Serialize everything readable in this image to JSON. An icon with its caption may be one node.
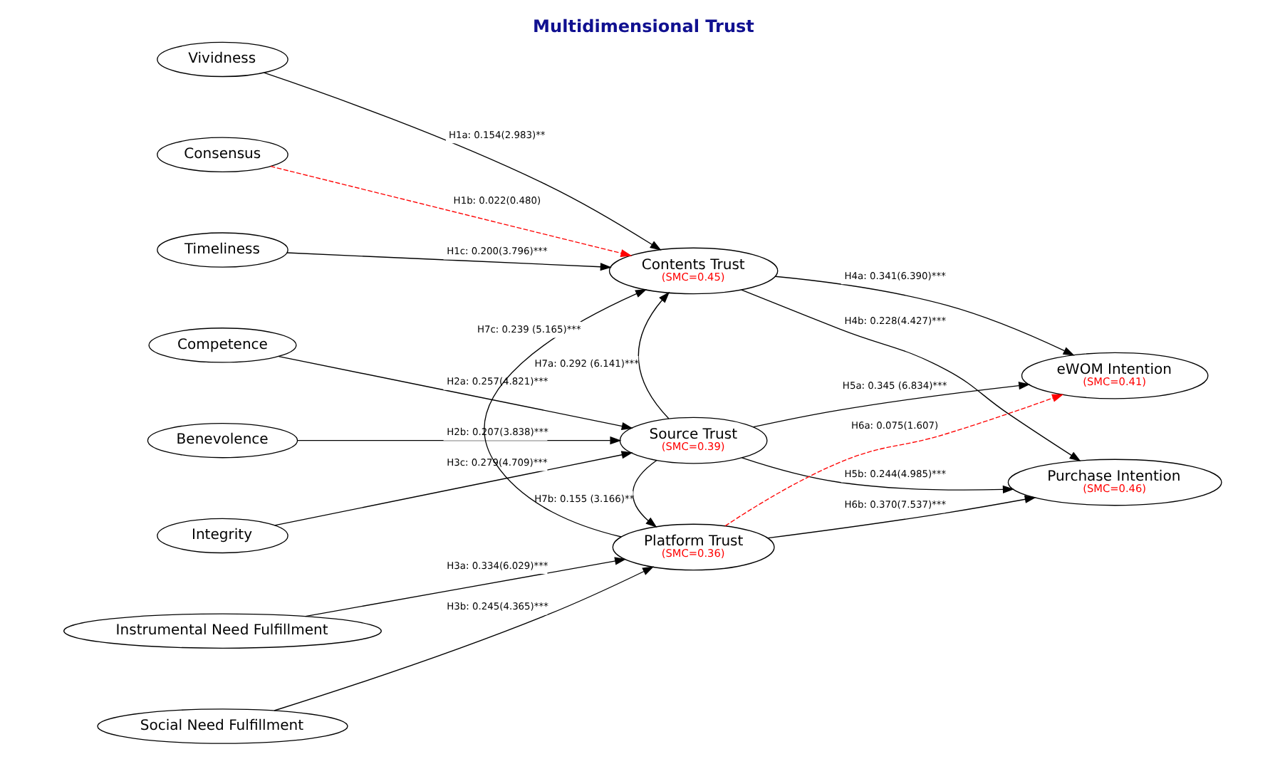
{
  "diagram": {
    "title": "Multidimensional Trust",
    "nodes": [
      {
        "text": [
          "Vividness"
        ]
      },
      {
        "text": [
          "Consensus"
        ]
      },
      {
        "text": [
          "Timeliness"
        ]
      },
      {
        "text": [
          "Competence"
        ]
      },
      {
        "text": [
          "Benevolence"
        ]
      },
      {
        "text": [
          "Integrity"
        ]
      },
      {
        "text": [
          "Instrumental Need Fulfillment"
        ]
      },
      {
        "text": [
          "Social Need Fulfillment"
        ]
      },
      {
        "text": [
          "Contents Trust",
          "(SMC=0.45)"
        ]
      },
      {
        "text": [
          "Source Trust",
          "(SMC=0.39)"
        ]
      },
      {
        "text": [
          "Platform Trust",
          "(SMC=0.36)"
        ]
      },
      {
        "text": [
          "eWOM Intention",
          "(SMC=0.41)"
        ]
      },
      {
        "text": [
          "Purchase Intention",
          "(SMC=0.46)"
        ]
      }
    ],
    "edges": [
      {
        "from": 0,
        "to": 8,
        "arrow": "to",
        "label": "H1a: 0.154(2.983)**"
      },
      {
        "from": 1,
        "to": 8,
        "arrow": "to",
        "label": "H1b: 0.022(0.480)",
        "style": "dashed",
        "color": "#ff0000"
      },
      {
        "from": 2,
        "to": 8,
        "arrow": "to",
        "label": "H1c: 0.200(3.796)***"
      },
      {
        "from": 3,
        "to": 9,
        "arrow": "to",
        "label": "H2a: 0.257(4.821)***"
      },
      {
        "from": 4,
        "to": 9,
        "arrow": "to",
        "label": "H2b: 0.207(3.838)***"
      },
      {
        "from": 5,
        "to": 9,
        "arrow": "to",
        "label": "H3c: 0.279(4.709)***"
      },
      {
        "from": 6,
        "to": 10,
        "arrow": "to",
        "label": "H3a: 0.334(6.029)***"
      },
      {
        "from": 7,
        "to": 10,
        "arrow": "to",
        "label": "H3b: 0.245(4.365)***"
      },
      {
        "from": 9,
        "to": 8,
        "arrow": "to",
        "label": "H7a: 0.292 (6.141)***"
      },
      {
        "from": 10,
        "to": 8,
        "arrow": "to",
        "label": "H7c: 0.239 (5.165)***"
      },
      {
        "from": 9,
        "to": 10,
        "arrow": "to",
        "label": "H7b: 0.155 (3.166)**"
      },
      {
        "from": 8,
        "to": 11,
        "arrow": "to",
        "label": "H4a: 0.341(6.390)***"
      },
      {
        "from": 8,
        "to": 12,
        "arrow": "to",
        "label": "H4b: 0.228(4.427)***"
      },
      {
        "from": 9,
        "to": 11,
        "arrow": "to",
        "label": "H5a: 0.345 (6.834)***"
      },
      {
        "from": 9,
        "to": 12,
        "arrow": "to",
        "label": "H5b: 0.244(4.985)***"
      },
      {
        "from": 10,
        "to": 11,
        "arrow": "to",
        "label": "H6a: 0.075(1.607)",
        "style": "dashed",
        "color": "#ff0000"
      },
      {
        "from": 10,
        "to": 12,
        "arrow": "to",
        "label": "H6b: 0.370(7.537)***"
      }
    ]
  }
}
